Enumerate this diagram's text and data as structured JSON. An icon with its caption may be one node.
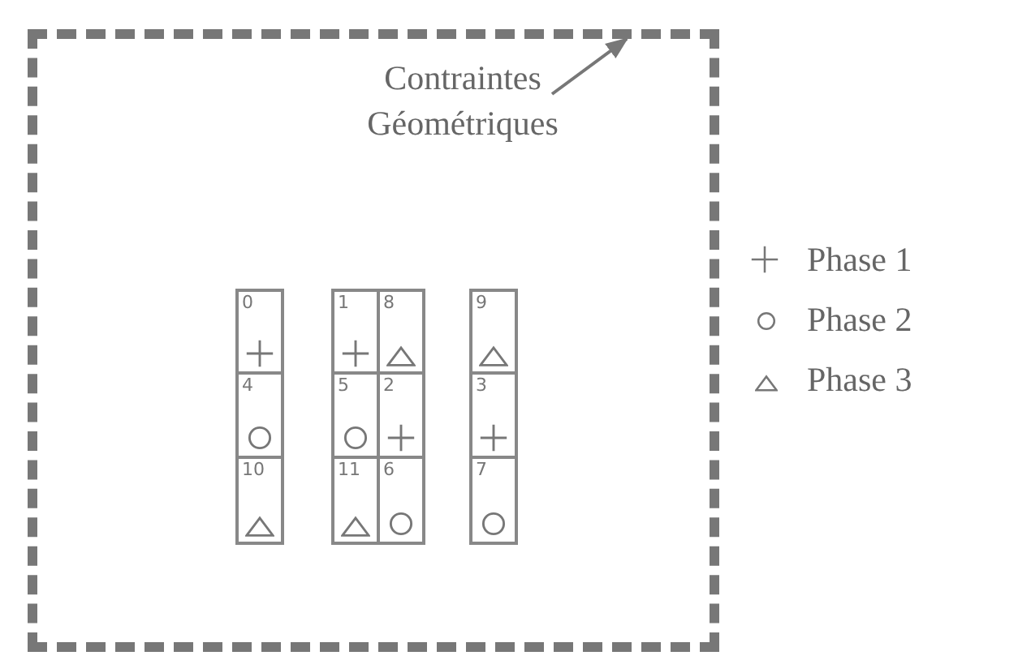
{
  "diagram": {
    "nodes": [
      {
        "text": [],
        "shape": "box"
      },
      {
        "text": [
          "Contraintes Géométriques"
        ],
        "in": 0
      },
      {
        "text": [
          "0"
        ],
        "in": 0
      },
      {
        "text": [
          "1"
        ],
        "in": 0
      },
      {
        "text": [
          "8"
        ],
        "in": 0
      },
      {
        "text": [
          "9"
        ],
        "in": 0
      },
      {
        "text": [
          "4"
        ],
        "in": 0
      },
      {
        "text": [
          "5"
        ],
        "in": 0
      },
      {
        "text": [
          "2"
        ],
        "in": 0
      },
      {
        "text": [
          "3"
        ],
        "in": 0
      },
      {
        "text": [
          "10"
        ],
        "in": 0
      },
      {
        "text": [
          "11"
        ],
        "in": 0
      },
      {
        "text": [
          "6"
        ],
        "in": 0
      },
      {
        "text": [
          "7"
        ],
        "in": 0
      }
    ],
    "edges": [
      {
        "from": 1,
        "to": 0,
        "arrow": "to"
      }
    ],
    "legend": [
      {
        "text": "Phase 1"
      },
      {
        "text": "Phase 2"
      },
      {
        "text": "Phase 3"
      }
    ]
  }
}
